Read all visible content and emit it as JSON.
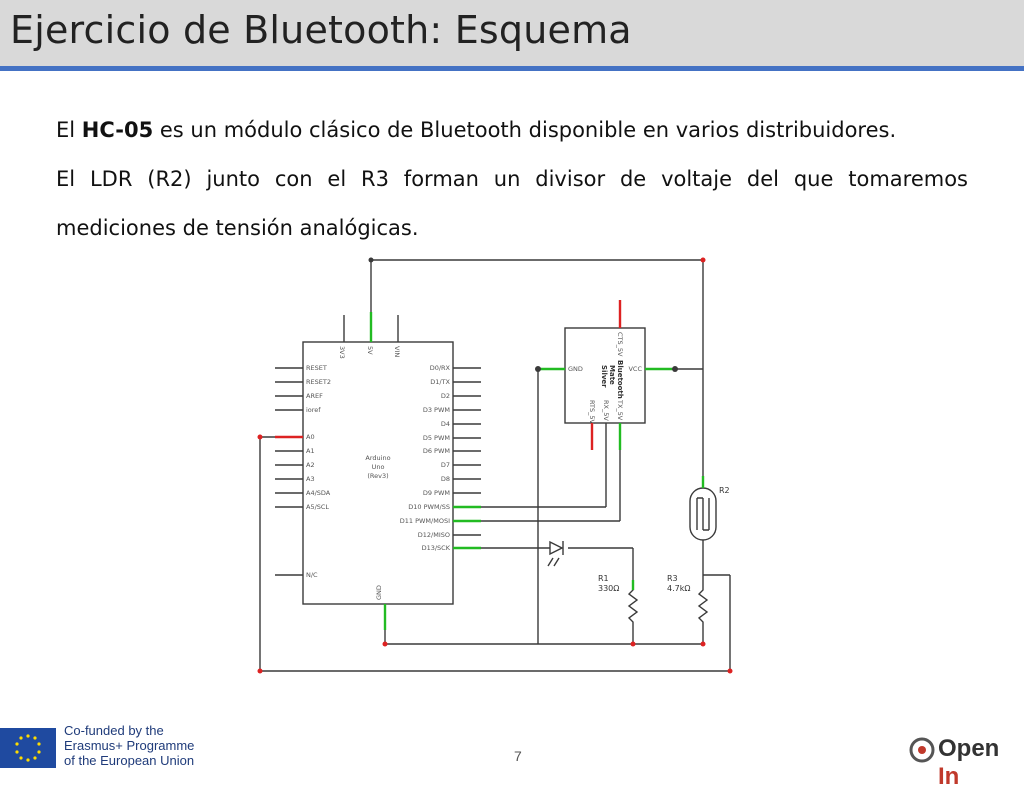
{
  "slide": {
    "title": "Ejercicio de Bluetooth: Esquema",
    "page_number": "7"
  },
  "body": {
    "p1_pre": "El ",
    "p1_bold": "HC-05",
    "p1_post": " es un módulo clásico de Bluetooth disponible en varios distribuidores.",
    "p2": "El LDR (R2) junto con el R3 forman un divisor de voltaje del que tomaremos mediciones de tensión analógicas."
  },
  "schematic": {
    "arduino": {
      "name_lines": [
        "Arduino",
        "Uno",
        "(Rev3)"
      ],
      "top_pins": [
        "3V3",
        "5V",
        "VIN"
      ],
      "left_pins": [
        "RESET",
        "RESET2",
        "AREF",
        "ioref",
        "A0",
        "A1",
        "A2",
        "A3",
        "A4/SDA",
        "A5/SCL",
        "N/C"
      ],
      "right_pins": [
        "D0/RX",
        "D1/TX",
        "D2",
        "D3 PWM",
        "D4",
        "D5 PWM",
        "D6 PWM",
        "D7",
        "D8",
        "D9 PWM",
        "D10 PWM/SS",
        "D11 PWM/MOSI",
        "D12/MISO",
        "D13/SCK"
      ],
      "bottom_pin": "GND"
    },
    "bluetooth": {
      "name_lines": [
        "Bluetooth",
        "Mate",
        "Silver"
      ],
      "pin_gnd": "GND",
      "pin_vcc": "VCC",
      "pin_cts": "CTS_5V",
      "pin_rx": "RX_5V",
      "pin_tx": "TX_5V",
      "pin_rts": "RTS_5V"
    },
    "r1": {
      "name": "R1",
      "value": "330Ω"
    },
    "r2": {
      "name": "R2"
    },
    "r3": {
      "name": "R3",
      "value": "4.7kΩ"
    }
  },
  "footer": {
    "eu_lines": [
      "Co-funded by the",
      "Erasmus+ Programme",
      "of the European Union"
    ],
    "logo_pre": "Open ",
    "logo_accent": "In"
  },
  "colors": {
    "title_rule": "#4472c4",
    "wire": "#3a3a3a",
    "pin_green": "#22bb22",
    "pin_red": "#dd2222"
  }
}
